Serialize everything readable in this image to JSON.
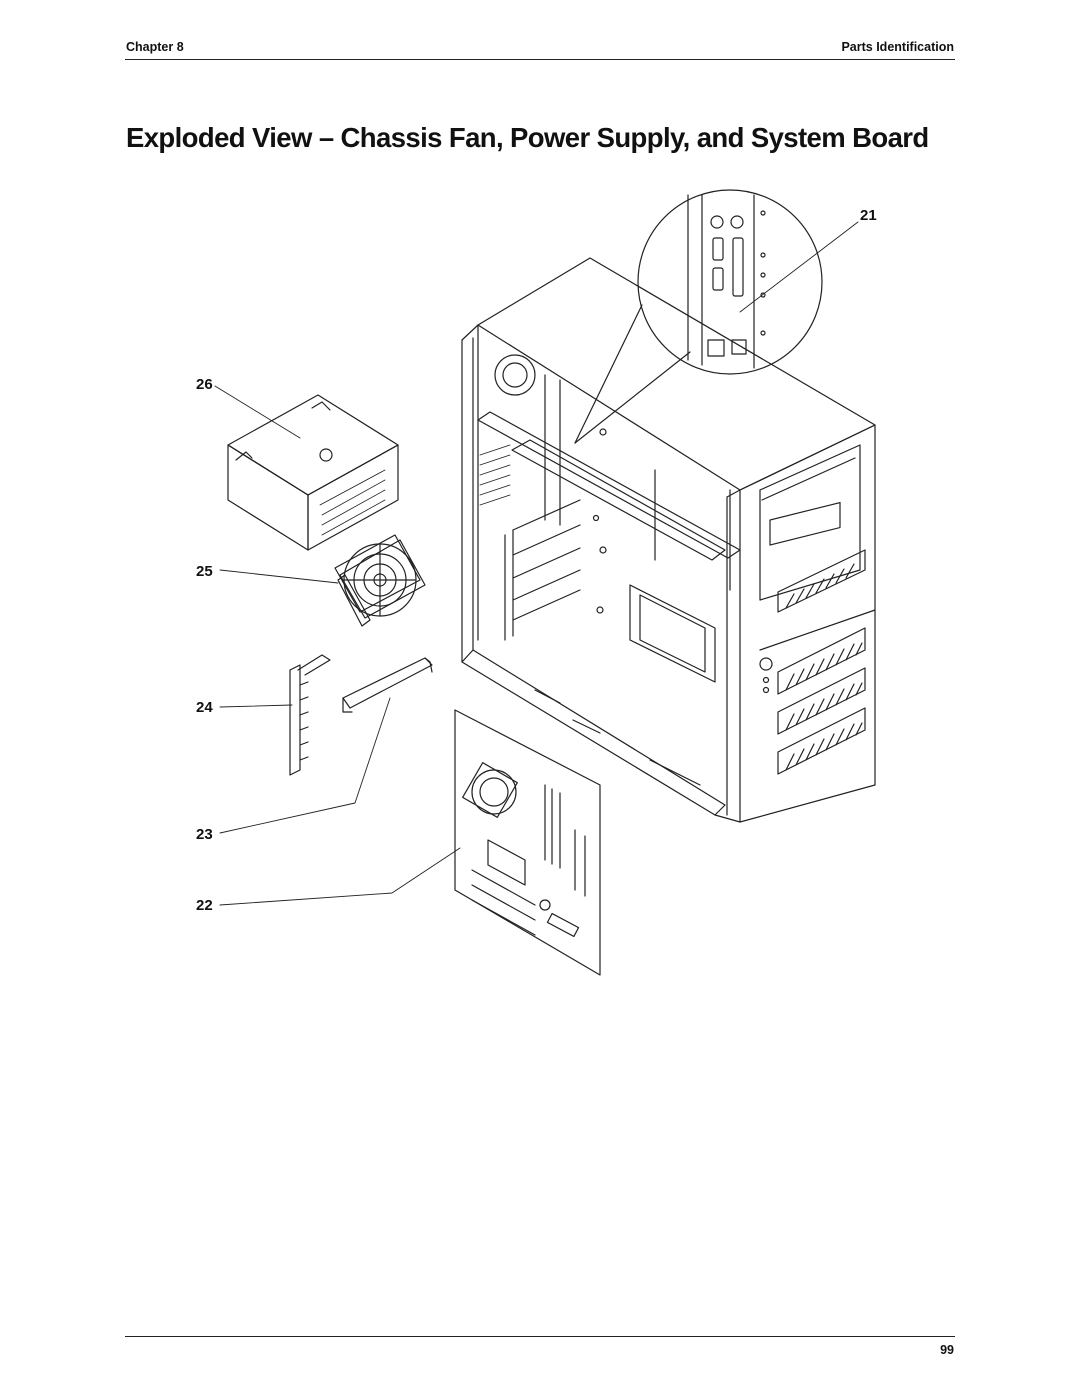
{
  "header": {
    "chapter": "Chapter 8",
    "section": "Parts Identification"
  },
  "title": "Exploded View – Chassis Fan, Power Supply, and System Board",
  "callouts": [
    "21",
    "26",
    "25",
    "24",
    "23",
    "22"
  ],
  "footer": {
    "page_number": "99"
  }
}
